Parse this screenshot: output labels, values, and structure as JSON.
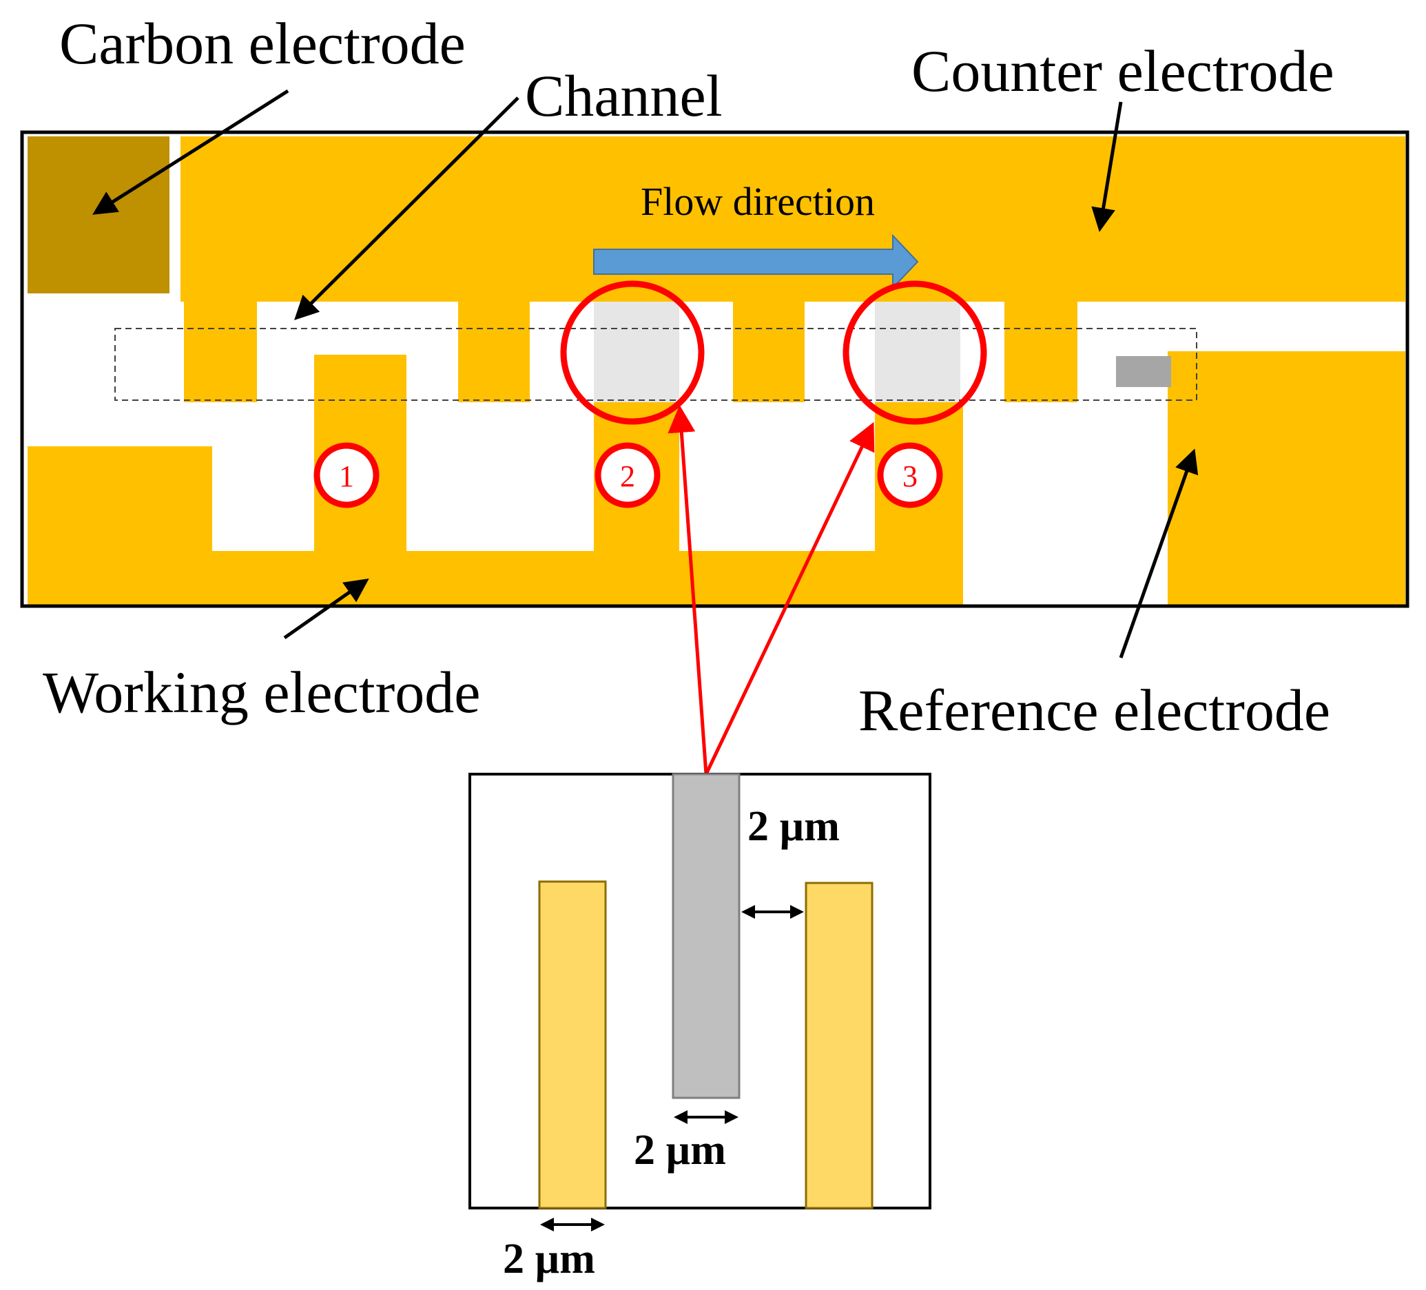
{
  "labels": {
    "carbon_electrode": "Carbon electrode",
    "channel": "Channel",
    "counter_electrode": "Counter electrode",
    "flow_direction": "Flow direction",
    "working_electrode": "Working electrode",
    "reference_electrode": "Reference electrode"
  },
  "markers": [
    "1",
    "2",
    "3"
  ],
  "dimensions": {
    "gap": "2 µm",
    "reference_width": "2 µm",
    "working_width": "2 µm"
  },
  "colors": {
    "gold": "#ffc000",
    "carbon": "#bf9000",
    "light_gold": "#ffd966",
    "reference_gray": "#bfbfbf",
    "annotation_red": "#ff0000",
    "flow_arrow": "#5b9bd5"
  }
}
